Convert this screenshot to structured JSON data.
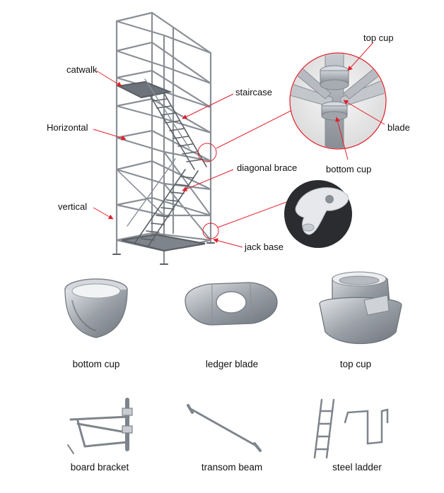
{
  "colors": {
    "arrow": "#e0202a",
    "steel": "#8a8f96",
    "steel_light": "#c9cdd2",
    "steel_dark": "#5b6066",
    "text": "#111111"
  },
  "tower_labels": {
    "catwalk": "catwalk",
    "staircase": "staircase",
    "horizontal": "Horizontal",
    "diagonal_brace": "diagonal brace",
    "vertical": "vertical",
    "jack_base": "jack base"
  },
  "detail_labels": {
    "top_cup": "top cup",
    "blade": "blade",
    "bottom_cup": "bottom cup"
  },
  "parts": [
    {
      "caption": "bottom cup",
      "icon": "bottom-cup-icon"
    },
    {
      "caption": "ledger blade",
      "icon": "ledger-blade-icon"
    },
    {
      "caption": "top cup",
      "icon": "top-cup-icon"
    },
    {
      "caption": "board bracket",
      "icon": "board-bracket-icon"
    },
    {
      "caption": "transom beam",
      "icon": "transom-beam-icon"
    },
    {
      "caption": "steel ladder",
      "icon": "steel-ladder-icon"
    }
  ]
}
